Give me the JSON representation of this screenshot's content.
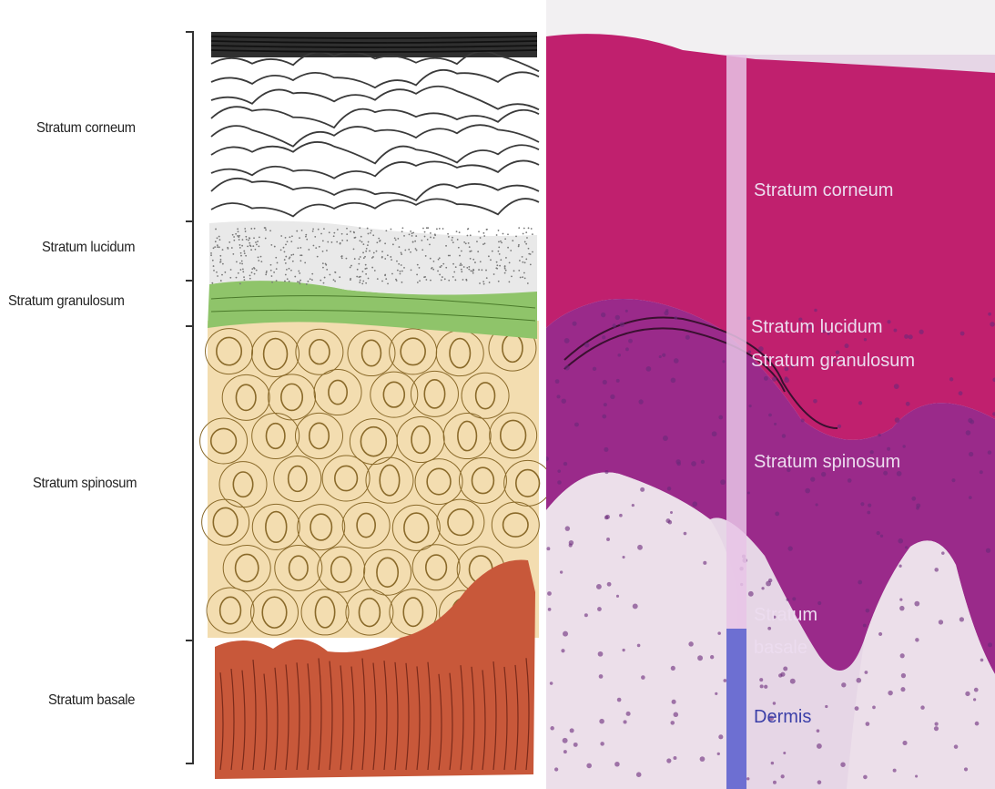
{
  "left_labels": {
    "corneum": "Stratum corneum",
    "lucidum": "Stratum lucidum",
    "granulosum": "Stratum granulosum",
    "spinosum": "Stratum spinosum",
    "basale": "Stratum basale"
  },
  "right_labels": {
    "corneum": "Stratum corneum",
    "lucidum": "Stratum lucidum",
    "granulosum": "Stratum granulosum",
    "spinosum": "Stratum spinosum",
    "basale_line1": "Stratum",
    "basale_line2": "basale",
    "dermis": "Dermis"
  },
  "colors": {
    "corneum_lines": "#3a3a3a",
    "lucidum_fill": "#e9e9e9",
    "granulosum_fill": "#8fc46a",
    "spinosum_fill": "#f3ddb0",
    "spinosum_cells": "#8a6a2a",
    "basale_fill": "#c8583a",
    "histo_corneum": "#c0206e",
    "histo_epidermis": "#9a2a8a",
    "histo_dermis": "#e6d6e6",
    "marker_bar": "#e8c4e6",
    "dermis_bar": "#6d6fd2",
    "dermis_label": "#3b3fa8"
  }
}
